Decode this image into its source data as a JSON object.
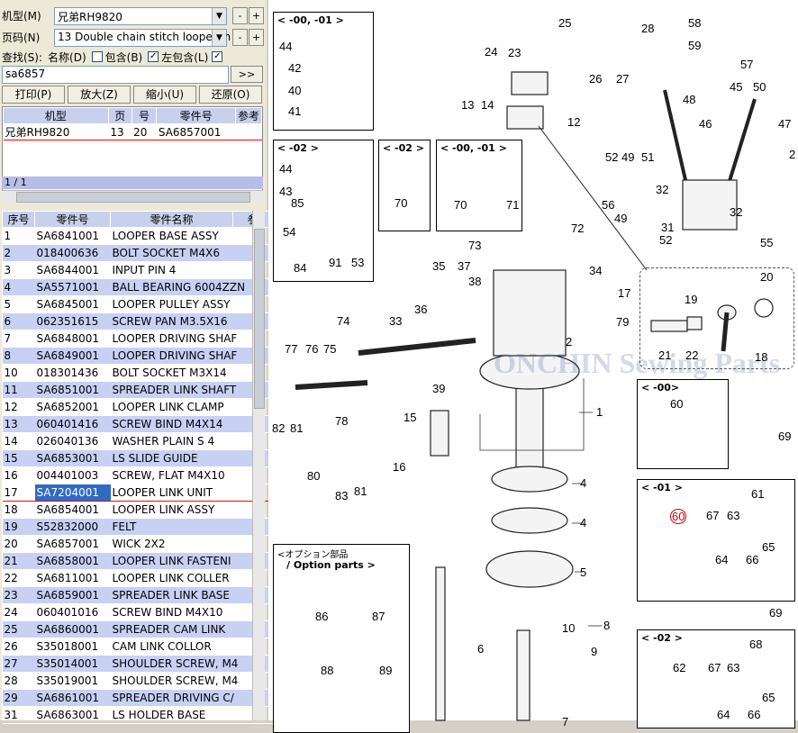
{
  "model": {
    "label": "机型(M)",
    "value": "兄弟RH9820"
  },
  "page": {
    "label": "页码(N)",
    "value": "13 Double chain stitch looper m"
  },
  "search": {
    "label": "查找(S):",
    "opt1": "名称(D)",
    "opt2": "包含(B)",
    "opt3": "左包含(L)",
    "value": "sa6857",
    "go": ">>"
  },
  "toolbar": {
    "print": "打印(P)",
    "zoom_in": "放大(Z)",
    "zoom_out": "缩小(U)",
    "restore": "还原(O)"
  },
  "result_grid": {
    "headers": [
      "机型",
      "页",
      "号",
      "零件号",
      "参考"
    ],
    "rows": [
      [
        "兄弟RH9820",
        "13",
        "20",
        "SA6857001",
        ""
      ]
    ],
    "pager": "1 / 1"
  },
  "parts_grid": {
    "headers": [
      "序号",
      "零件号",
      "零件名称",
      "参"
    ],
    "rows": [
      [
        "1",
        "SA6841001",
        "LOOPER BASE ASSY"
      ],
      [
        "2",
        "018400636",
        "BOLT SOCKET M4X6"
      ],
      [
        "3",
        "SA6844001",
        "INPUT PIN 4"
      ],
      [
        "4",
        "SA5571001",
        "BALL BEARING 6004ZZN"
      ],
      [
        "5",
        "SA6845001",
        "LOOPER PULLEY ASSY"
      ],
      [
        "6",
        "062351615",
        "SCREW PAN M3.5X16"
      ],
      [
        "7",
        "SA6848001",
        "LOOPER DRIVING SHAF"
      ],
      [
        "8",
        "SA6849001",
        "LOOPER DRIVING SHAF"
      ],
      [
        "10",
        "018301436",
        "BOLT SOCKET M3X14"
      ],
      [
        "11",
        "SA6851001",
        "SPREADER LINK SHAFT"
      ],
      [
        "12",
        "SA6852001",
        "LOOPER LINK CLAMP"
      ],
      [
        "13",
        "060401416",
        "SCREW BIND M4X14"
      ],
      [
        "14",
        "026040136",
        "WASHER PLAIN S 4"
      ],
      [
        "15",
        "SA6853001",
        "LS SLIDE GUIDE"
      ],
      [
        "16",
        "004401003",
        "SCREW, FLAT M4X10"
      ],
      [
        "17",
        "SA7204001",
        "LOOPER LINK UNIT"
      ],
      [
        "18",
        "SA6854001",
        "LOOPER LINK ASSY"
      ],
      [
        "19",
        "S52832000",
        "FELT"
      ],
      [
        "20",
        "SA6857001",
        "WICK 2X2"
      ],
      [
        "21",
        "SA6858001",
        "LOOPER LINK FASTENI"
      ],
      [
        "22",
        "SA6811001",
        "LOOPER LINK COLLER"
      ],
      [
        "23",
        "SA6859001",
        "SPREADER LINK BASE"
      ],
      [
        "24",
        "060401016",
        "SCREW BIND M4X10"
      ],
      [
        "25",
        "SA6860001",
        "SPREADER CAM LINK"
      ],
      [
        "26",
        "S35018001",
        "CAM LINK COLLOR"
      ],
      [
        "27",
        "S35014001",
        "SHOULDER SCREW, M4"
      ],
      [
        "28",
        "S35019001",
        "SHOULDER SCREW, M4"
      ],
      [
        "29",
        "SA6861001",
        "SPREADER DRIVING C/"
      ],
      [
        "31",
        "SA6863001",
        "LS HOLDER BASE"
      ]
    ]
  },
  "diagram": {
    "watermark": "ONCHIN Sewing Parts",
    "boxes": {
      "b1": "< -00, -01 >",
      "b2": "< -02 >",
      "b3": "< -02 >",
      "b4": "< -00, -01 >",
      "b5": "< -00>",
      "b6": "< -01 >",
      "b7": "< -02 >",
      "opt_jp": "<オプション部品",
      "opt_en": "/ Option parts >"
    },
    "labels": [
      {
        "t": "44"
      },
      {
        "t": "42"
      },
      {
        "t": "40"
      },
      {
        "t": "41"
      },
      {
        "t": "44"
      },
      {
        "t": "43"
      },
      {
        "t": "85"
      },
      {
        "t": "54"
      },
      {
        "t": "84"
      },
      {
        "t": "91"
      },
      {
        "t": "53"
      },
      {
        "t": "70"
      },
      {
        "t": "70"
      },
      {
        "t": "71"
      },
      {
        "t": "25"
      },
      {
        "t": "28"
      },
      {
        "t": "24"
      },
      {
        "t": "23"
      },
      {
        "t": "26"
      },
      {
        "t": "27"
      },
      {
        "t": "13"
      },
      {
        "t": "14"
      },
      {
        "t": "12"
      },
      {
        "t": "58"
      },
      {
        "t": "59"
      },
      {
        "t": "57"
      },
      {
        "t": "48"
      },
      {
        "t": "45"
      },
      {
        "t": "50"
      },
      {
        "t": "46"
      },
      {
        "t": "47"
      },
      {
        "t": "52"
      },
      {
        "t": "49"
      },
      {
        "t": "51"
      },
      {
        "t": "56"
      },
      {
        "t": "32"
      },
      {
        "t": "49"
      },
      {
        "t": "31"
      },
      {
        "t": "32"
      },
      {
        "t": "52"
      },
      {
        "t": "55"
      },
      {
        "t": "2"
      },
      {
        "t": "73"
      },
      {
        "t": "72"
      },
      {
        "t": "35"
      },
      {
        "t": "37"
      },
      {
        "t": "38"
      },
      {
        "t": "34"
      },
      {
        "t": "36"
      },
      {
        "t": "74"
      },
      {
        "t": "33"
      },
      {
        "t": "79"
      },
      {
        "t": "2"
      },
      {
        "t": "77"
      },
      {
        "t": "76"
      },
      {
        "t": "75"
      },
      {
        "t": "39"
      },
      {
        "t": "82"
      },
      {
        "t": "81"
      },
      {
        "t": "78"
      },
      {
        "t": "80"
      },
      {
        "t": "83"
      },
      {
        "t": "81"
      },
      {
        "t": "15"
      },
      {
        "t": "16"
      },
      {
        "t": "1"
      },
      {
        "t": "4"
      },
      {
        "t": "4"
      },
      {
        "t": "5"
      },
      {
        "t": "6"
      },
      {
        "t": "10"
      },
      {
        "t": "8"
      },
      {
        "t": "9"
      },
      {
        "t": "7"
      },
      {
        "t": "20"
      },
      {
        "t": "17"
      },
      {
        "t": "19"
      },
      {
        "t": "21"
      },
      {
        "t": "22"
      },
      {
        "t": "18"
      },
      {
        "t": "60"
      },
      {
        "t": "69"
      },
      {
        "t": "61"
      },
      {
        "t": "60"
      },
      {
        "t": "67"
      },
      {
        "t": "63"
      },
      {
        "t": "65"
      },
      {
        "t": "64"
      },
      {
        "t": "66"
      },
      {
        "t": "69"
      },
      {
        "t": "68"
      },
      {
        "t": "62"
      },
      {
        "t": "67"
      },
      {
        "t": "63"
      },
      {
        "t": "65"
      },
      {
        "t": "64"
      },
      {
        "t": "66"
      },
      {
        "t": "86"
      },
      {
        "t": "87"
      },
      {
        "t": "88"
      },
      {
        "t": "89"
      }
    ]
  }
}
